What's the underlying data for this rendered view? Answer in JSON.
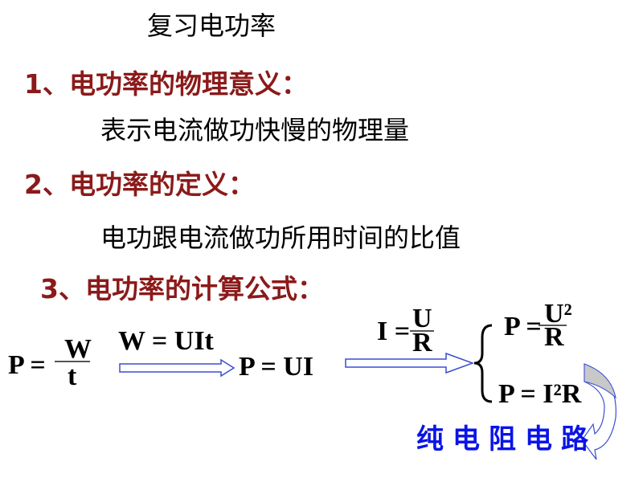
{
  "slide": {
    "title": "复习电功率",
    "sections": [
      {
        "heading": "1、电功率的物理意义：",
        "text": "表示电流做功快慢的物理量"
      },
      {
        "heading": "2、电功率的定义：",
        "text": "电功跟电流做功所用时间的比值"
      },
      {
        "heading": "3、电功率的计算公式："
      }
    ],
    "formulas": {
      "p_eq": "P =",
      "w": "W",
      "t": "t",
      "w_uit": "W = UIt",
      "p_ui": "P = UI",
      "i_eq": "I =",
      "u": "U",
      "r": "R",
      "p_eq2": "P =",
      "u2": "U²",
      "r2": "R",
      "p_i2r": "P = I²R"
    },
    "note": "纯电阻电路",
    "colors": {
      "heading": "#8b1a1a",
      "note": "#0a14e6",
      "arrow": "#3a4fd0"
    }
  }
}
